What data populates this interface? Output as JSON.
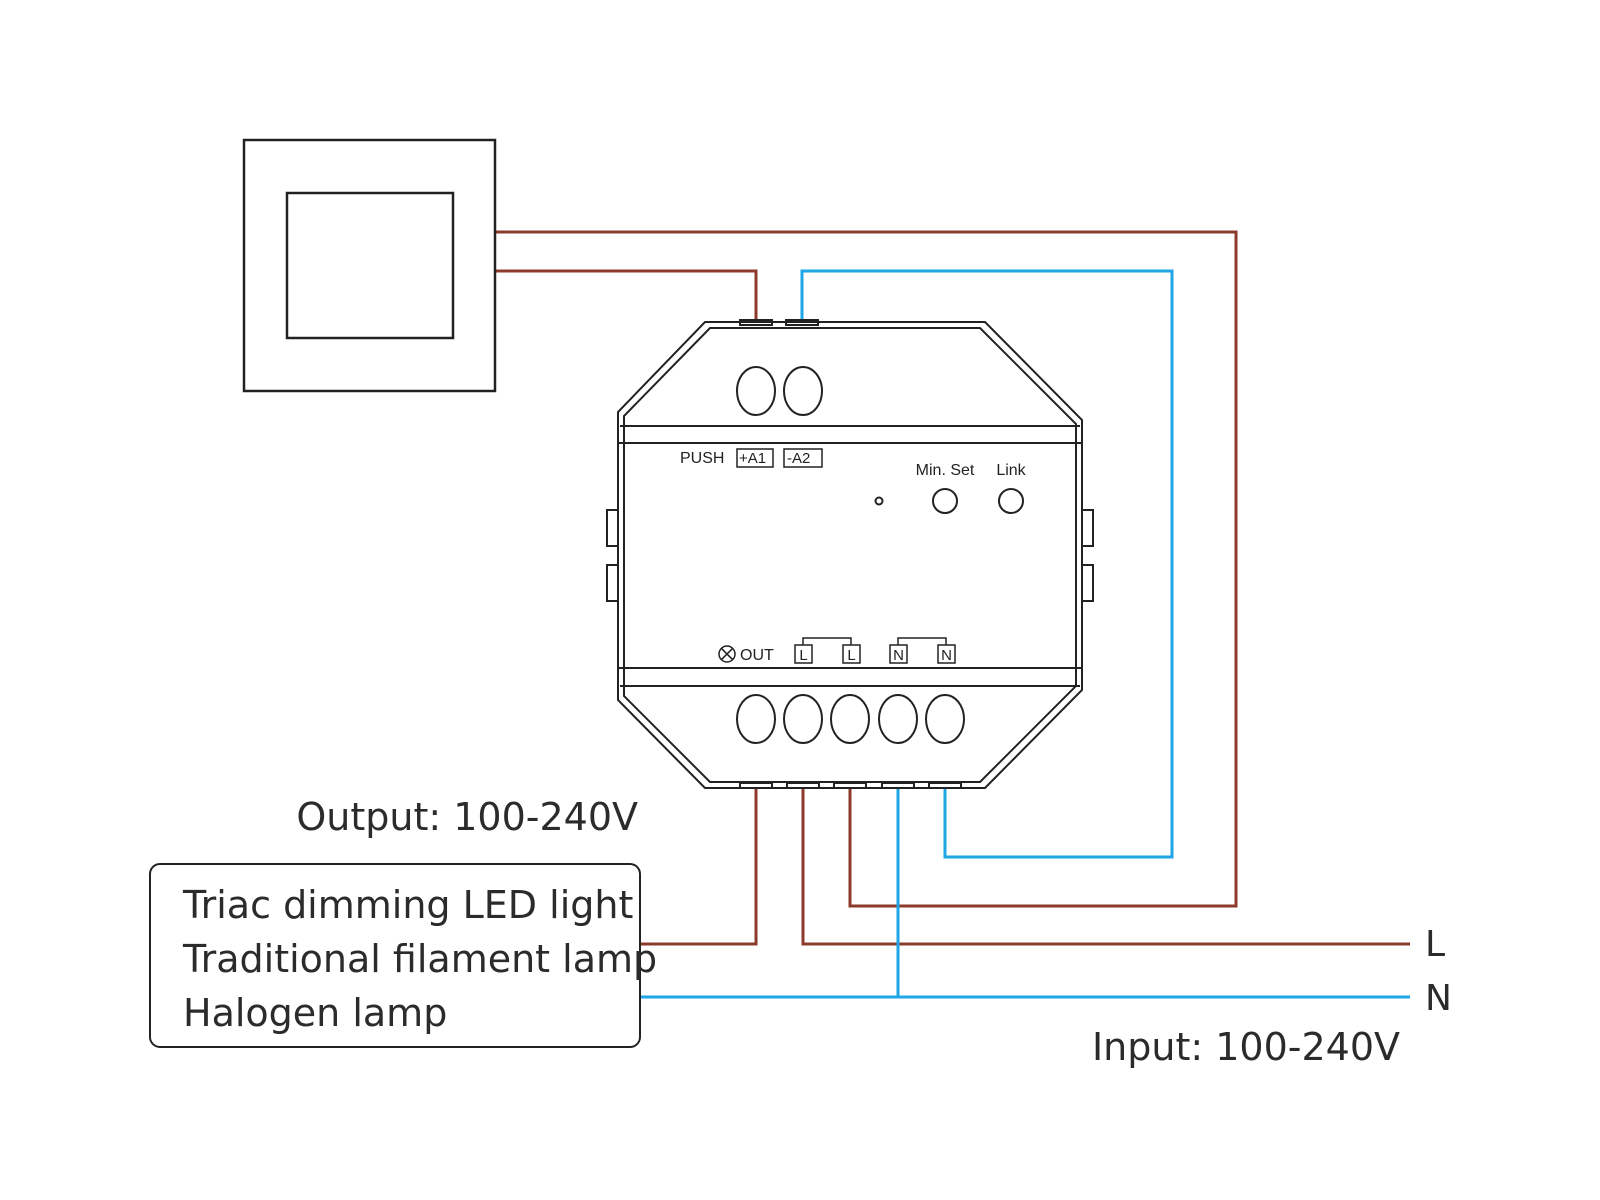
{
  "colors": {
    "live_wire": "#8c3a2b",
    "neutral_wire": "#1ea6e6",
    "outline": "#222222"
  },
  "switch": {
    "icon": "wall-push-switch"
  },
  "device": {
    "push_label": "PUSH",
    "a1_label": "+A1",
    "a2_label": "-A2",
    "min_set_label": "Min. Set",
    "link_label": "Link",
    "out_label": "OUT",
    "out_icon": "lamp-symbol",
    "terminals": [
      "L",
      "L",
      "N",
      "N"
    ]
  },
  "load": {
    "lines": [
      "Triac dimming LED light",
      "Traditional filament lamp",
      "Halogen lamp"
    ]
  },
  "labels": {
    "output": "Output: 100-240V",
    "input": "Input: 100-240V",
    "line_L": "L",
    "line_N": "N"
  }
}
